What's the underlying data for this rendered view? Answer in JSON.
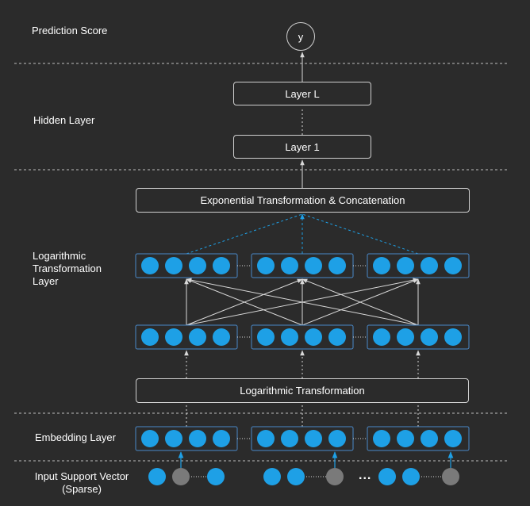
{
  "labels": {
    "prediction_score": "Prediction Score",
    "hidden_layer": "Hidden Layer",
    "log_layer": "Logarithmic\nTransformation\nLayer",
    "embedding_layer": "Embedding Layer",
    "input_vector": "Input Support Vector\n(Sparse)"
  },
  "nodes": {
    "output": "y",
    "layer_l": "Layer L",
    "layer_1": "Layer 1",
    "exp_concat": "Exponential Transformation & Concatenation",
    "log_transform": "Logarithmic  Transformation"
  },
  "input_ellipsis": "...",
  "colors": {
    "background": "#2b2b2b",
    "neuron": "#1ea0e6",
    "inactive_input": "#7a7a7a",
    "group_border": "#4a88c8",
    "line": "#d9d9d9",
    "separator": "#bfbfbf"
  }
}
